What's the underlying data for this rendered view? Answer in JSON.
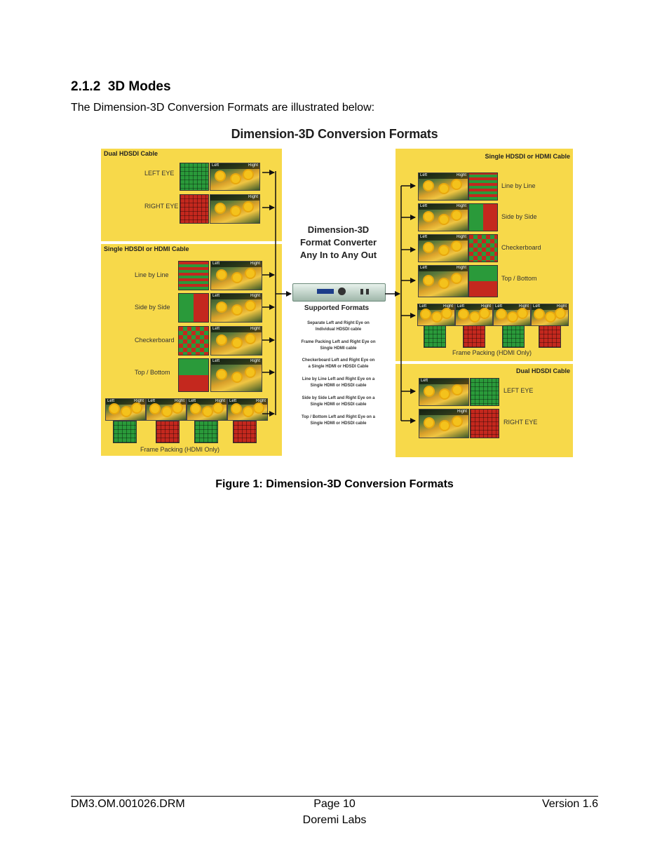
{
  "section": {
    "number": "2.1.2",
    "title": "3D Modes"
  },
  "intro": "The Dimension-3D Conversion Formats are illustrated below:",
  "diagram": {
    "title": "Dimension-3D Conversion Formats",
    "converter": {
      "line1": "Dimension-3D",
      "line2": "Format Converter",
      "line3": "Any In to Any Out"
    },
    "supported_title": "Supported Formats",
    "supported_formats": [
      {
        "line1": "Separate Left and Right Eye on",
        "line2": "Individual HDSDI cable"
      },
      {
        "line1": "Frame Packing Left and Right Eye on",
        "line2": "Single HDMI cable"
      },
      {
        "line1": "Checkerboard Left and Right Eye on",
        "line2": "a Single HDMI or HDSDI Cable"
      },
      {
        "line1": "Line by Line Left and Right Eye on a",
        "line2": "Single HDMI or HDSDI cable"
      },
      {
        "line1": "Side by Side Left and Right Eye on a",
        "line2": "Single HDMI or HDSDI cable"
      },
      {
        "line1": "Top / Bottom Left and Right Eye on a",
        "line2": "Single HDMI or HDSDI cable"
      }
    ],
    "input": {
      "dual_title": "Dual HDSDI Cable",
      "dual_rows": [
        "LEFT EYE",
        "RIGHT EYE"
      ],
      "single_title": "Single HDSDI or HDMI Cable",
      "single_rows": [
        "Line by Line",
        "Side by Side",
        "Checkerboard",
        "Top / Bottom"
      ],
      "frame_packing": "Frame Packing (HDMI Only)"
    },
    "output": {
      "single_title": "Single HDSDI or HDMI Cable",
      "single_rows": [
        "Line by Line",
        "Side by Side",
        "Checkerboard",
        "Top / Bottom"
      ],
      "frame_packing": "Frame Packing (HDMI Only)",
      "dual_title": "Dual HDSDI Cable",
      "dual_rows": [
        "LEFT EYE",
        "RIGHT EYE"
      ]
    },
    "thumb_labels": {
      "left": "Left",
      "right": "Right"
    }
  },
  "figure_caption": "Figure 1: Dimension-3D Conversion Formats",
  "footer": {
    "doc_id": "DM3.OM.001026.DRM",
    "page": "Page 10",
    "version": "Version 1.6",
    "company": "Doremi Labs"
  },
  "colors": {
    "panel": "#f7d94a",
    "green": "#2a9a3a",
    "red": "#c4281e"
  }
}
